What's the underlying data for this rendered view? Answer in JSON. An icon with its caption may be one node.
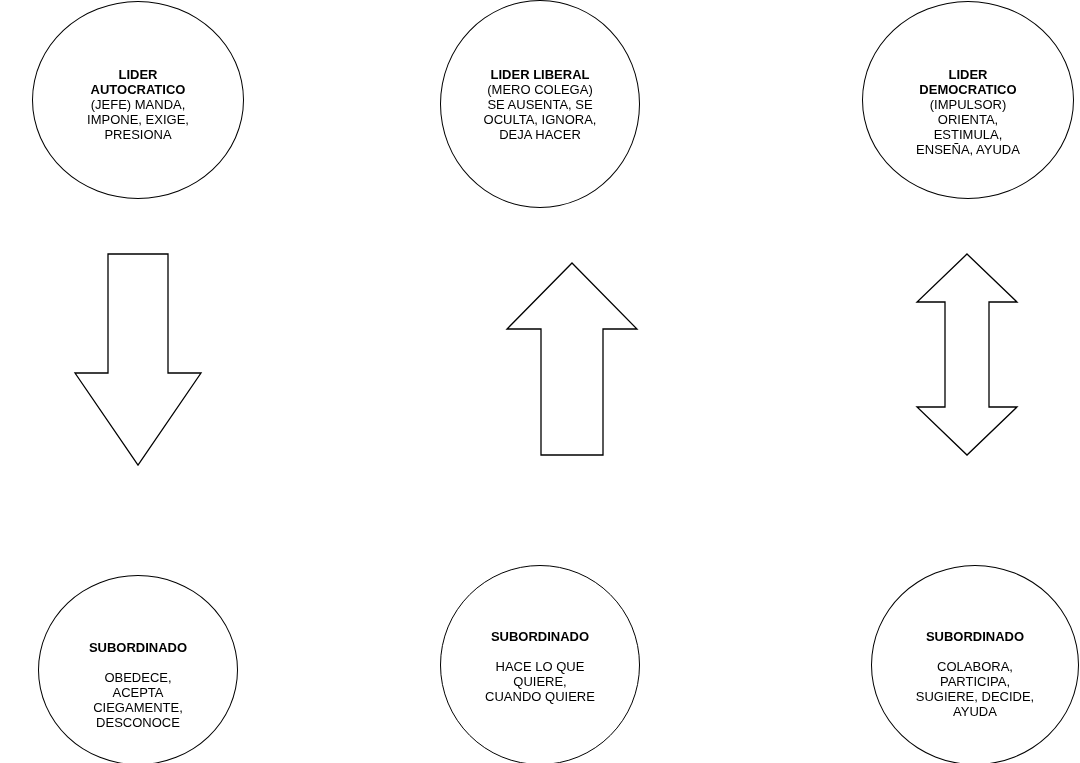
{
  "diagram": {
    "nodes": [
      {
        "text": [
          "LIDER AUTOCRATICO",
          "(JEFE) MANDA, IMPONE, EXIGE, PRESIONA"
        ]
      },
      {
        "text": [
          "LIDER LIBERAL",
          "(MERO COLEGA) SE AUSENTA, SE OCULTA, IGNORA, DEJA HACER"
        ]
      },
      {
        "text": [
          "LIDER DEMOCRATICO",
          "(IMPULSOR) ORIENTA, ESTIMULA, ENSEÑA, AYUDA"
        ]
      },
      {
        "text": [
          "SUBORDINADO",
          "OBEDECE, ACEPTA CIEGAMENTE, DESCONOCE"
        ]
      },
      {
        "text": [
          "SUBORDINADO",
          "HACE LO QUE QUIERE, CUANDO QUIERE"
        ]
      },
      {
        "text": [
          "SUBORDINADO",
          "COLABORA, PARTICIPA, SUGIERE, DECIDE, AYUDA"
        ]
      }
    ],
    "edges": [
      {
        "from": 0,
        "to": 3,
        "arrow": "to"
      },
      {
        "from": 4,
        "to": 1,
        "arrow": "to"
      },
      {
        "from": 2,
        "to": 5,
        "arrow": "both"
      }
    ]
  }
}
